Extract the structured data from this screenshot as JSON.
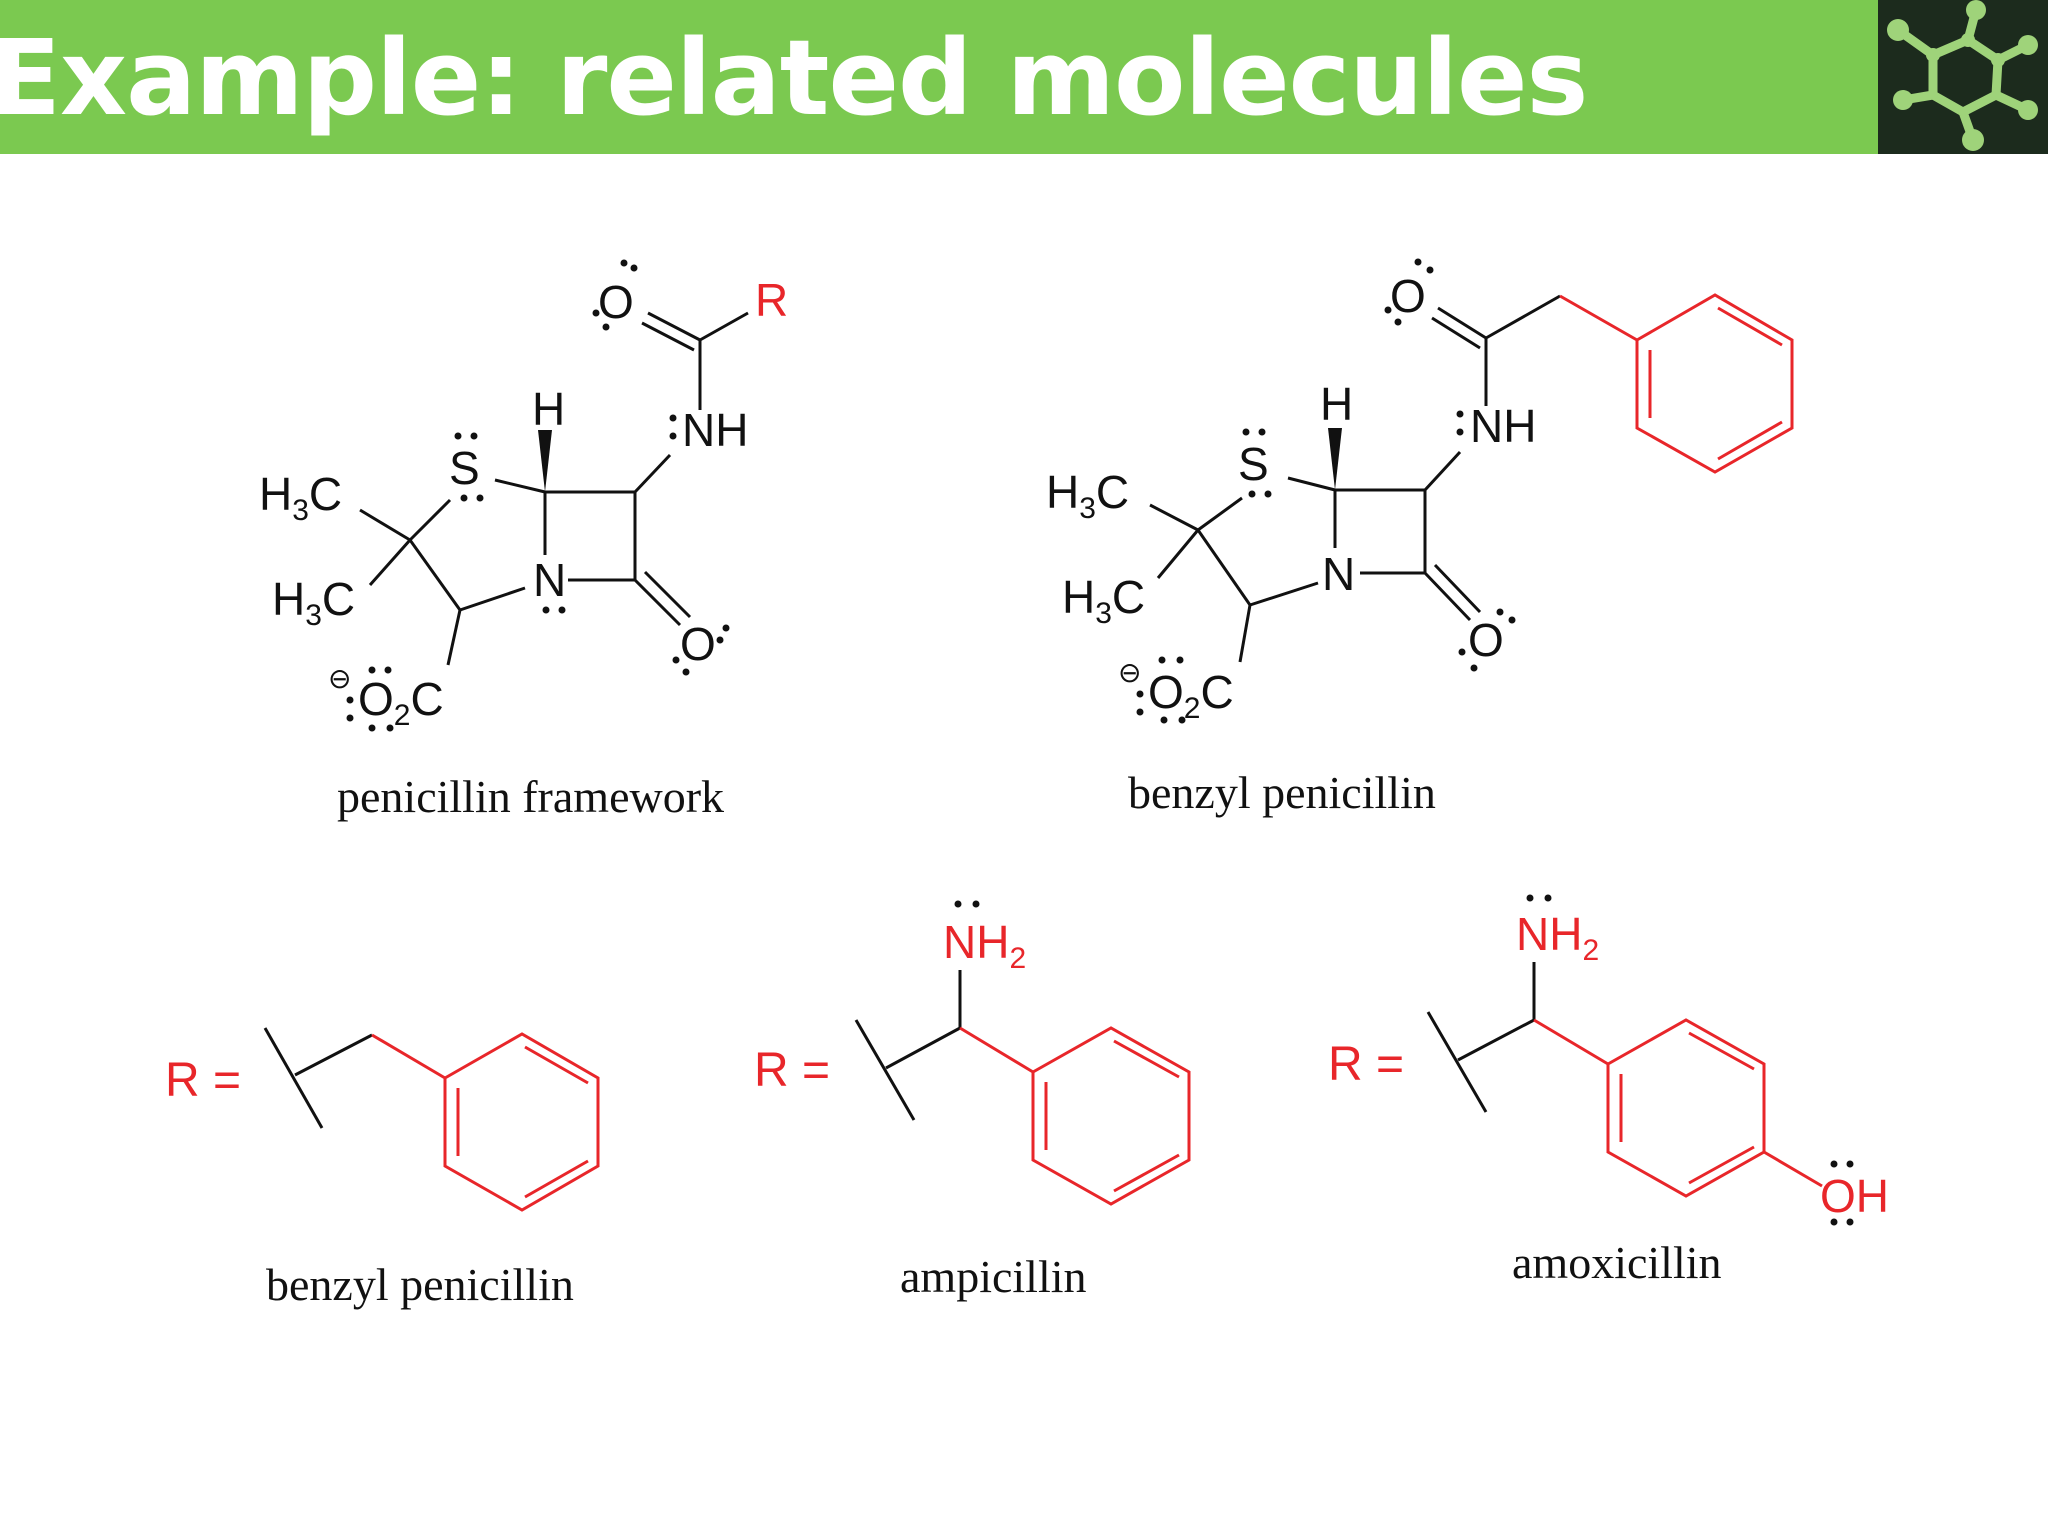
{
  "slide": {
    "title": "Example: related molecules",
    "colors": {
      "header": "#7bc950",
      "logo_bg": "#1c2b1d",
      "logo_fg": "#9fd37a",
      "accent": "#e8262a",
      "ink": "#111111"
    },
    "logo_icon": "molecule-icon"
  },
  "structures": {
    "framework": {
      "caption": "penicillin framework",
      "labels": {
        "o_top": "O",
        "r": "R",
        "h": "H",
        "nh": "NH",
        "s": "S",
        "h3c_a": "H3C",
        "h3c_b": "H3C",
        "n": "N",
        "o_carbonyl": "O",
        "co2": "O2C"
      }
    },
    "benzyl_full": {
      "caption": "benzyl penicillin",
      "labels": {
        "o_top": "O",
        "h": "H",
        "nh": "NH",
        "s": "S",
        "h3c_a": "H3C",
        "h3c_b": "H3C",
        "n": "N",
        "o_carbonyl": "O",
        "co2": "O2C"
      }
    },
    "r_groups": [
      {
        "caption": "benzyl penicillin",
        "r_label": "R ="
      },
      {
        "caption": "ampicillin",
        "r_label": "R =",
        "substituent": "NH2"
      },
      {
        "caption": "amoxicillin",
        "r_label": "R =",
        "substituent": "NH2",
        "extra": "OH"
      }
    ]
  }
}
